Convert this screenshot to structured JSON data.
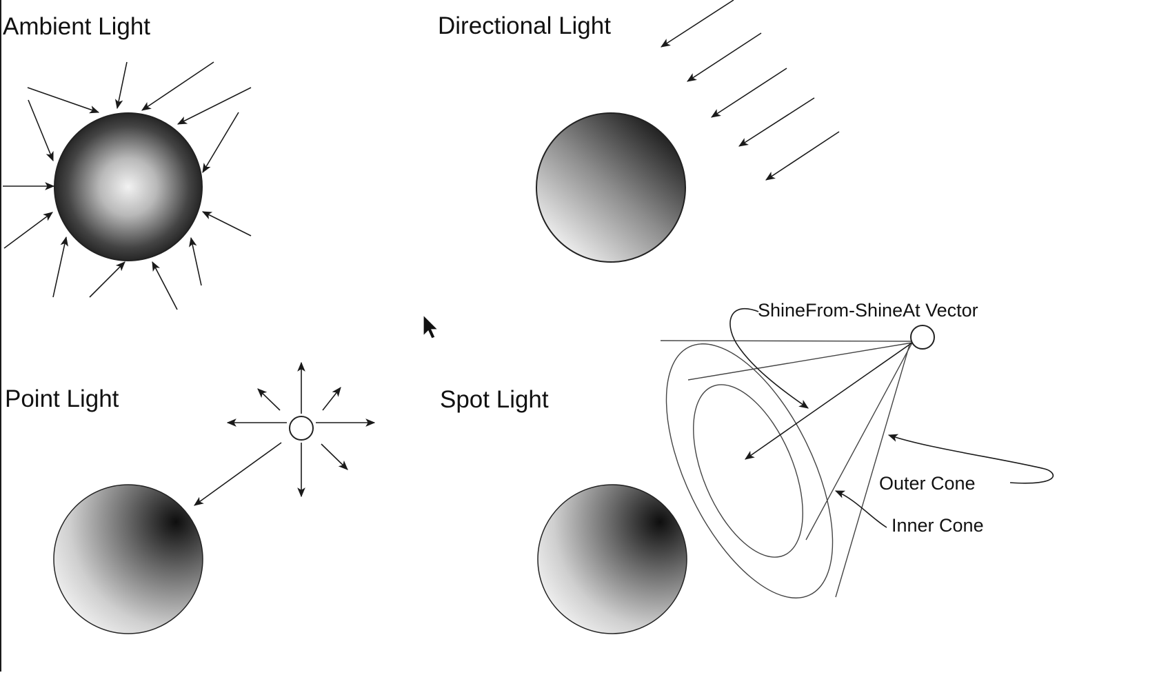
{
  "panels": {
    "ambient": {
      "title": "Ambient Light"
    },
    "directional": {
      "title": "Directional Light"
    },
    "point": {
      "title": "Point Light"
    },
    "spot": {
      "title": "Spot Light",
      "vector_label": "ShineFrom-ShineAt Vector",
      "outer_label": "Outer Cone",
      "inner_label": "Inner Cone"
    }
  },
  "icons": [
    "arrow-icon",
    "mouse-cursor-icon",
    "light-source-icon",
    "sphere-icon"
  ],
  "colors": {
    "ink": "#1a1a1a",
    "paper": "#ffffff"
  }
}
